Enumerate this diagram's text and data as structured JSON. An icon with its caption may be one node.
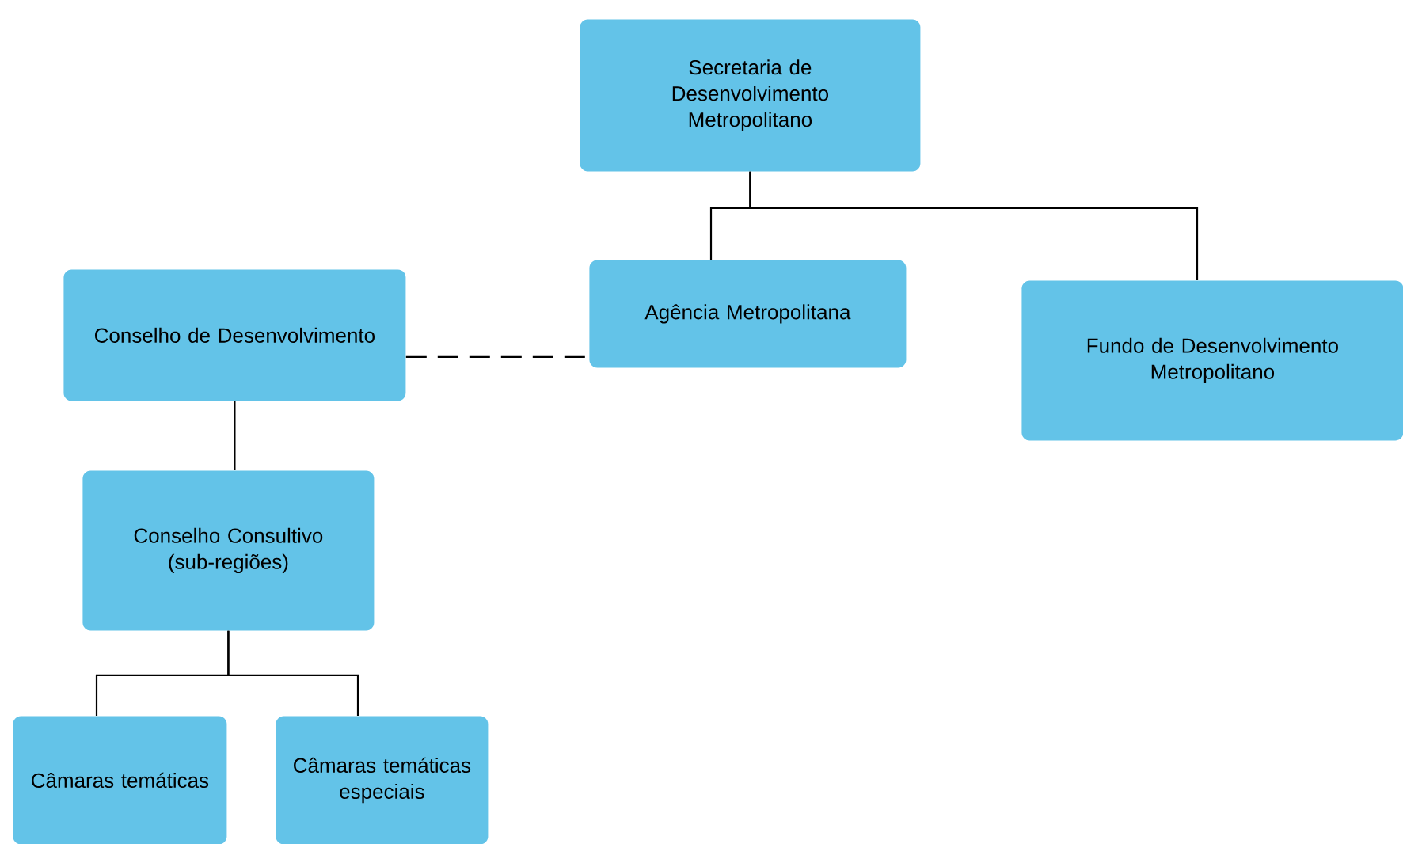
{
  "diagram": {
    "nodes": [
      {
        "text": [
          "Secretaria de Desenvolvimento Metropolitano"
        ]
      },
      {
        "text": [
          "Conselho de Desenvolvimento"
        ]
      },
      {
        "text": [
          "Agência Metropolitana"
        ]
      },
      {
        "text": [
          "Fundo de Desenvolvimento Metropolitano"
        ]
      },
      {
        "text": [
          "Conselho Consultivo (sub-regiões)"
        ]
      },
      {
        "text": [
          "Câmaras temáticas"
        ]
      },
      {
        "text": [
          "Câmaras temáticas especiais"
        ]
      }
    ],
    "edges": [
      {
        "from": 0,
        "to": 2,
        "arrow": "none"
      },
      {
        "from": 0,
        "to": 3,
        "arrow": "none"
      },
      {
        "from": 1,
        "to": 2,
        "arrow": "none",
        "style": "dashed"
      },
      {
        "from": 1,
        "to": 4,
        "arrow": "none"
      },
      {
        "from": 4,
        "to": 5,
        "arrow": "none"
      },
      {
        "from": 4,
        "to": 6,
        "arrow": "none"
      }
    ]
  }
}
